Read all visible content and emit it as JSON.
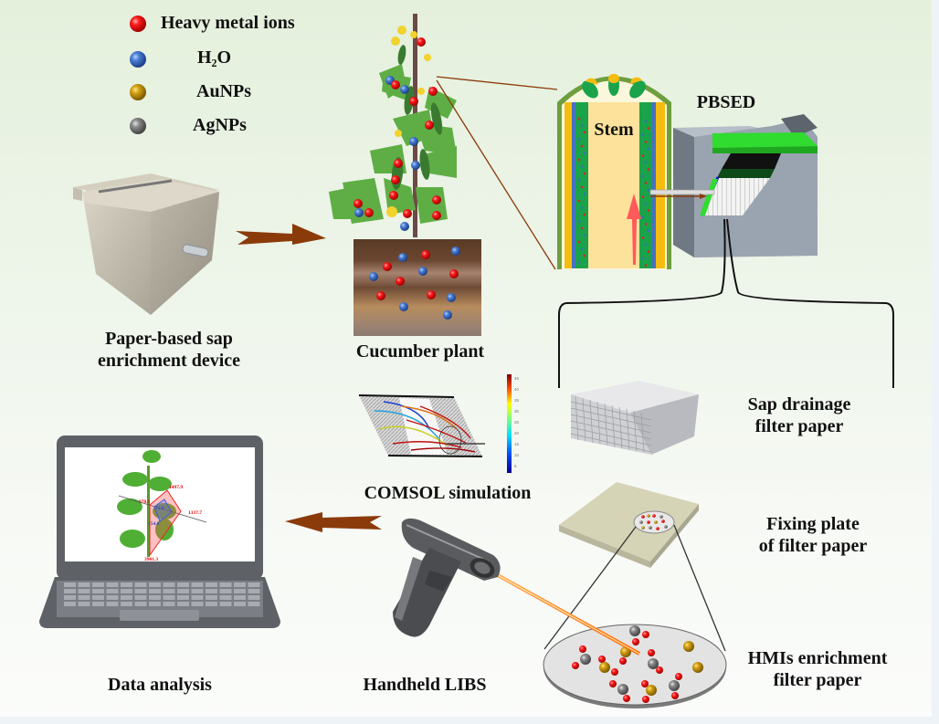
{
  "legend": {
    "items": [
      {
        "label": "Heavy metal ions",
        "color": "#e00000",
        "icon": "red-sphere"
      },
      {
        "label": "H₂O",
        "color": "#3a6cc4",
        "icon": "blue-sphere"
      },
      {
        "label": "AuNPs",
        "color": "#c8960a",
        "icon": "gold-sphere"
      },
      {
        "label": "AgNPs",
        "color": "#808080",
        "icon": "gray-sphere"
      }
    ]
  },
  "labels": {
    "device": [
      "Paper-based sap",
      "enrichment device"
    ],
    "plant": "Cucumber plant",
    "stem": "Stem",
    "pbsed": "PBSED",
    "sap_drainage": [
      "Sap drainage",
      "filter paper"
    ],
    "fixing_plate": [
      "Fixing plate",
      "of filter paper"
    ],
    "hmis": [
      "HMIs enrichment",
      "filter paper"
    ],
    "comsol": "COMSOL simulation",
    "libs": "Handheld LIBS",
    "data_analysis": "Data analysis"
  },
  "comsol_colorbar": {
    "ticks": [
      "45",
      "40",
      "35",
      "30",
      "25",
      "20",
      "15",
      "10",
      "5"
    ]
  },
  "radar_values": {
    "outer": [
      "1497.9",
      "978.5",
      "1337.7",
      "3901.3"
    ],
    "inner": [
      "71.8",
      "154.8"
    ]
  },
  "colors": {
    "arrow": "#8b3a0a",
    "stem_green": "#1aa34a",
    "stem_yellow": "#f5bd10",
    "pbsed_gray": "#9aa4b0",
    "pbsed_green": "#2fdc2f"
  }
}
